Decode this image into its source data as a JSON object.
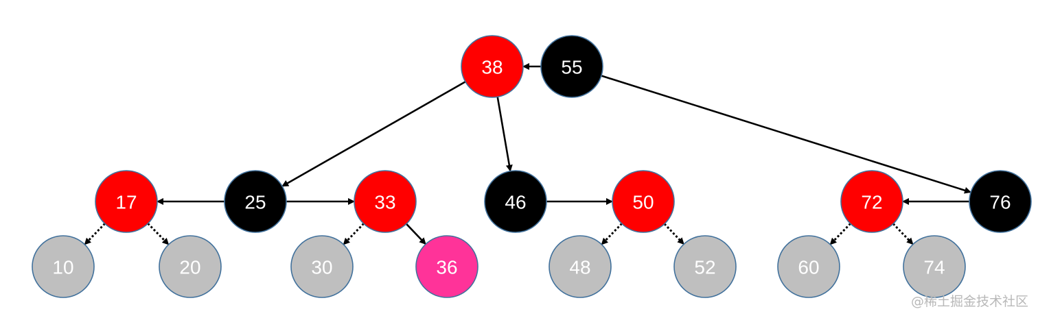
{
  "diagram": {
    "type": "left-leaning red-black tree with 2-3 node grouping",
    "colors": {
      "red": "#ff0000",
      "black": "#000000",
      "null_leaf": "#bfbfbf",
      "inserted": "#ff3399",
      "outline": "#41719c",
      "edge": "#000000",
      "text_light": "#ffffff"
    },
    "nodes": [
      {
        "id": "n38",
        "label": "38",
        "color": "red"
      },
      {
        "id": "n55",
        "label": "55",
        "color": "black"
      },
      {
        "id": "n17",
        "label": "17",
        "color": "red"
      },
      {
        "id": "n25",
        "label": "25",
        "color": "black"
      },
      {
        "id": "n33",
        "label": "33",
        "color": "red"
      },
      {
        "id": "n46",
        "label": "46",
        "color": "black"
      },
      {
        "id": "n50",
        "label": "50",
        "color": "red"
      },
      {
        "id": "n72",
        "label": "72",
        "color": "red"
      },
      {
        "id": "n76",
        "label": "76",
        "color": "black"
      },
      {
        "id": "n10",
        "label": "10",
        "color": "null_leaf"
      },
      {
        "id": "n20",
        "label": "20",
        "color": "null_leaf"
      },
      {
        "id": "n30",
        "label": "30",
        "color": "null_leaf"
      },
      {
        "id": "n36",
        "label": "36",
        "color": "inserted"
      },
      {
        "id": "n48",
        "label": "48",
        "color": "null_leaf"
      },
      {
        "id": "n52",
        "label": "52",
        "color": "null_leaf"
      },
      {
        "id": "n60",
        "label": "60",
        "color": "null_leaf"
      },
      {
        "id": "n74",
        "label": "74",
        "color": "null_leaf"
      }
    ],
    "edges": [
      {
        "from": "n55",
        "to": "n38",
        "style": "solid"
      },
      {
        "from": "n38",
        "to": "n25",
        "style": "solid"
      },
      {
        "from": "n38",
        "to": "n46",
        "style": "solid"
      },
      {
        "from": "n55",
        "to": "n76",
        "style": "solid"
      },
      {
        "from": "n25",
        "to": "n17",
        "style": "solid"
      },
      {
        "from": "n25",
        "to": "n33",
        "style": "solid"
      },
      {
        "from": "n46",
        "to": "n50",
        "style": "solid"
      },
      {
        "from": "n76",
        "to": "n72",
        "style": "solid"
      },
      {
        "from": "n33",
        "to": "n36",
        "style": "solid"
      },
      {
        "from": "n17",
        "to": "n10",
        "style": "dotted"
      },
      {
        "from": "n17",
        "to": "n20",
        "style": "dotted"
      },
      {
        "from": "n33",
        "to": "n30",
        "style": "dotted"
      },
      {
        "from": "n50",
        "to": "n48",
        "style": "dotted"
      },
      {
        "from": "n50",
        "to": "n52",
        "style": "dotted"
      },
      {
        "from": "n72",
        "to": "n60",
        "style": "dotted"
      },
      {
        "from": "n72",
        "to": "n74",
        "style": "dotted"
      }
    ]
  },
  "watermark": {
    "text": "@稀土掘金技术社区"
  }
}
